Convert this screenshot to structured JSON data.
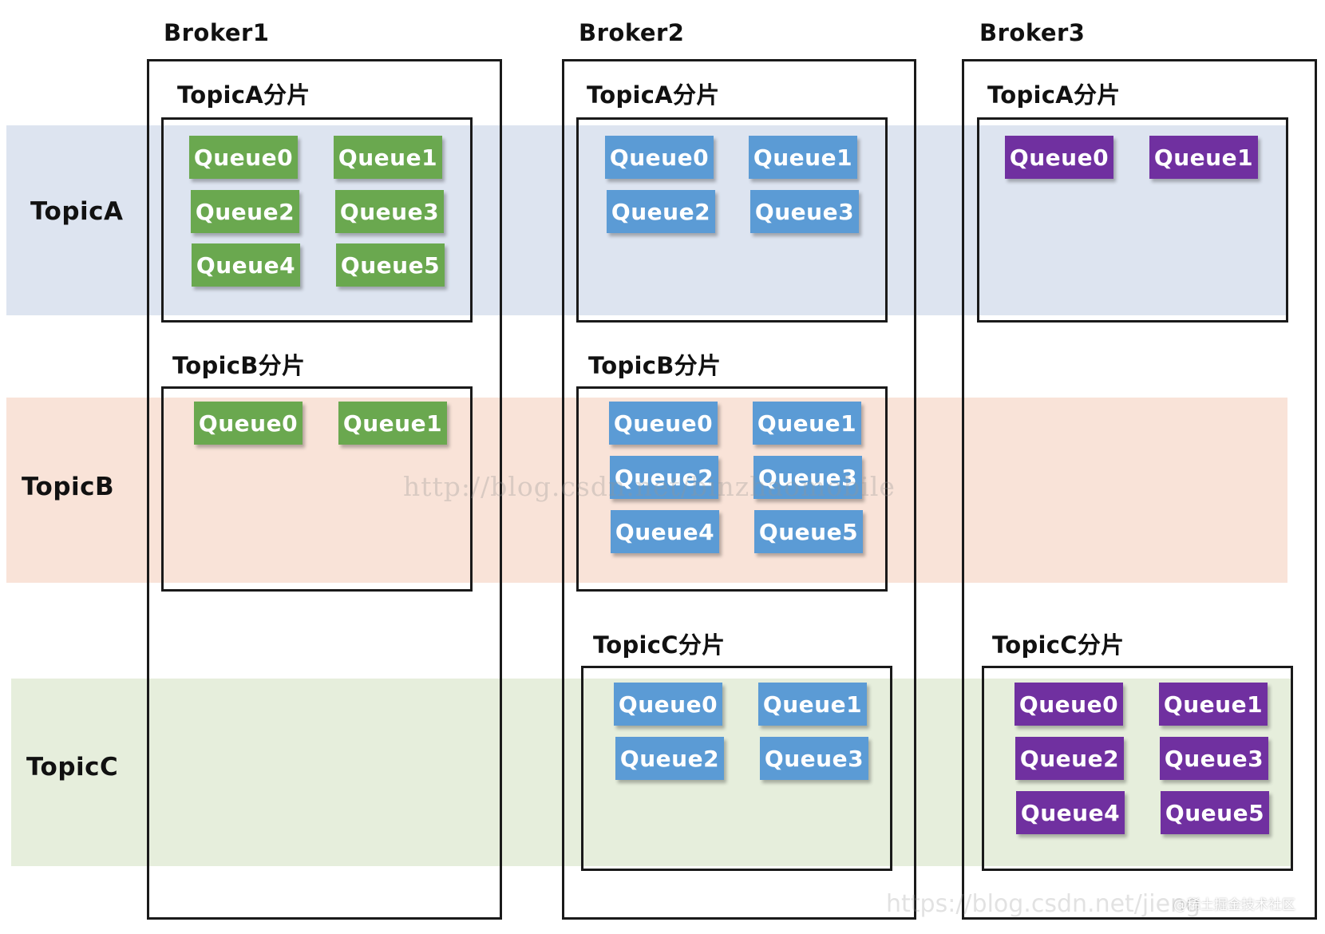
{
  "colors": {
    "topicA_band": "#dde4f0",
    "topicB_band": "#f9e3d8",
    "topicC_band": "#e6eedc",
    "green_queue": "#6aa84f",
    "blue_queue": "#5b9bd5",
    "purple_queue": "#7030a0"
  },
  "rows": [
    "TopicA",
    "TopicB",
    "TopicC"
  ],
  "brokers": [
    {
      "title": "Broker1",
      "sections": [
        {
          "label": "TopicA分片",
          "queues": [
            "Queue0",
            "Queue1",
            "Queue2",
            "Queue3",
            "Queue4",
            "Queue5"
          ]
        },
        {
          "label": "TopicB分片",
          "queues": [
            "Queue0",
            "Queue1"
          ]
        }
      ]
    },
    {
      "title": "Broker2",
      "sections": [
        {
          "label": "TopicA分片",
          "queues": [
            "Queue0",
            "Queue1",
            "Queue2",
            "Queue3"
          ]
        },
        {
          "label": "TopicB分片",
          "queues": [
            "Queue0",
            "Queue1",
            "Queue2",
            "Queue3",
            "Queue4",
            "Queue5"
          ]
        },
        {
          "label": "TopicC分片",
          "queues": [
            "Queue0",
            "Queue1",
            "Queue2",
            "Queue3"
          ]
        }
      ]
    },
    {
      "title": "Broker3",
      "sections": [
        {
          "label": "TopicA分片",
          "queues": [
            "Queue0",
            "Queue1"
          ]
        },
        {
          "label": "TopicC分片",
          "queues": [
            "Queue0",
            "Queue1",
            "Queue2",
            "Queue3",
            "Queue4",
            "Queue5"
          ]
        }
      ]
    }
  ],
  "watermarks": {
    "center": "http://blog.csdn.net/binzhaomobile",
    "bottom": "https://blog.csdn.net/jieng",
    "credit": "@稀土掘金技术社区"
  }
}
